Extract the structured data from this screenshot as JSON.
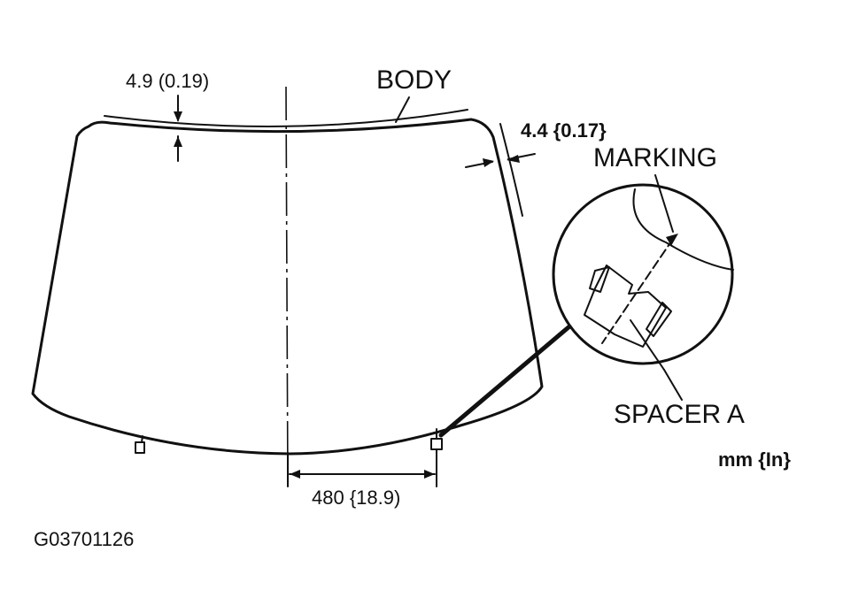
{
  "labels": {
    "body": "BODY",
    "top_clearance": "4.9 (0.19)",
    "side_clearance": "4.4 {0.17}",
    "marking": "MARKING",
    "spacer": "SPACER A",
    "spacer_distance": "480 {18.9)",
    "units": "mm {In}",
    "figure_code": "G03701126"
  }
}
